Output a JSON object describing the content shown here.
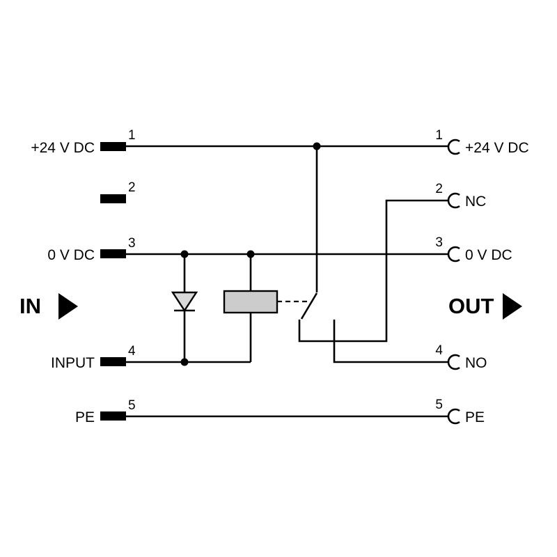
{
  "diagram": {
    "title": "relay-module-block-wiring-diagram",
    "flow": {
      "in_label": "IN",
      "out_label": "OUT"
    },
    "left_terminals": [
      {
        "number": "1",
        "label": "+24 V DC"
      },
      {
        "number": "2",
        "label": ""
      },
      {
        "number": "3",
        "label": "0 V DC"
      },
      {
        "number": "4",
        "label": "INPUT"
      },
      {
        "number": "5",
        "label": "PE"
      }
    ],
    "right_terminals": [
      {
        "number": "1",
        "label": "+24 V DC"
      },
      {
        "number": "2",
        "label": "NC"
      },
      {
        "number": "3",
        "label": "0 V DC"
      },
      {
        "number": "4",
        "label": "NO"
      },
      {
        "number": "5",
        "label": "PE"
      }
    ],
    "components": {
      "diode": "protection-diode",
      "relay_coil": "relay-coil",
      "contact": "changeover-contact"
    },
    "colors": {
      "line": "#000000",
      "coil_fill": "#cccccc",
      "diode_fill": "#d9d9d9",
      "background": "#ffffff"
    }
  }
}
